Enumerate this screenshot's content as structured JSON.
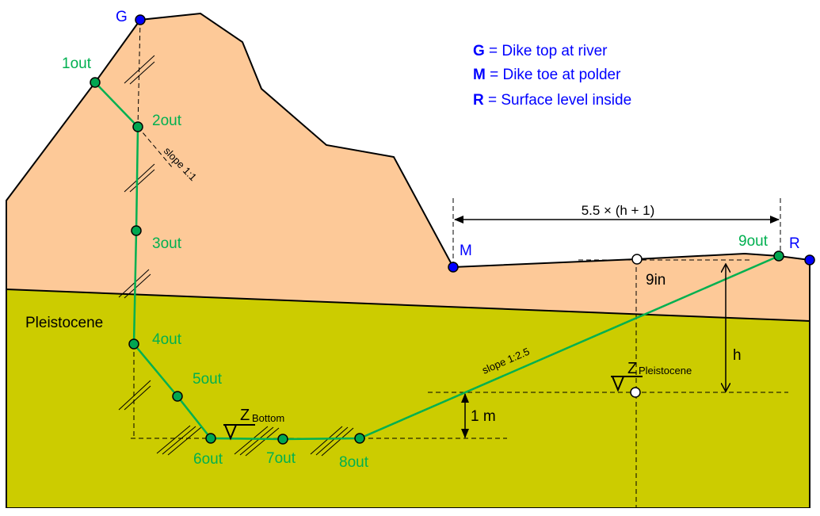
{
  "colors": {
    "dike": "#fdc998",
    "pleistocene": "#cccc00",
    "drain": "#00b050",
    "key_point": "#0000ff"
  },
  "points": {
    "G": "G",
    "M": "M",
    "R": "R",
    "p1": "1out",
    "p2": "2out",
    "p3": "3out",
    "p4": "4out",
    "p5": "5out",
    "p6": "6out",
    "p7": "7out",
    "p8": "8out",
    "p9": "9out",
    "p9in": "9in"
  },
  "legend": [
    {
      "key": "G",
      "text": " = Dike top at river"
    },
    {
      "key": "M",
      "text": " = Dike toe at polder"
    },
    {
      "key": "R",
      "text": " = Surface level inside"
    }
  ],
  "labels": {
    "layer": "Pleistocene",
    "slope_outer": "slope 1:1",
    "slope_inner": "slope 1:2.5",
    "distance": "5.5 × (h + 1)",
    "height": "h",
    "one_m": "1 m",
    "z_bottom": "Z",
    "z_bottom_sub": "Bottom",
    "z_pleist": "Z",
    "z_pleist_sub": "Pleistocene"
  }
}
